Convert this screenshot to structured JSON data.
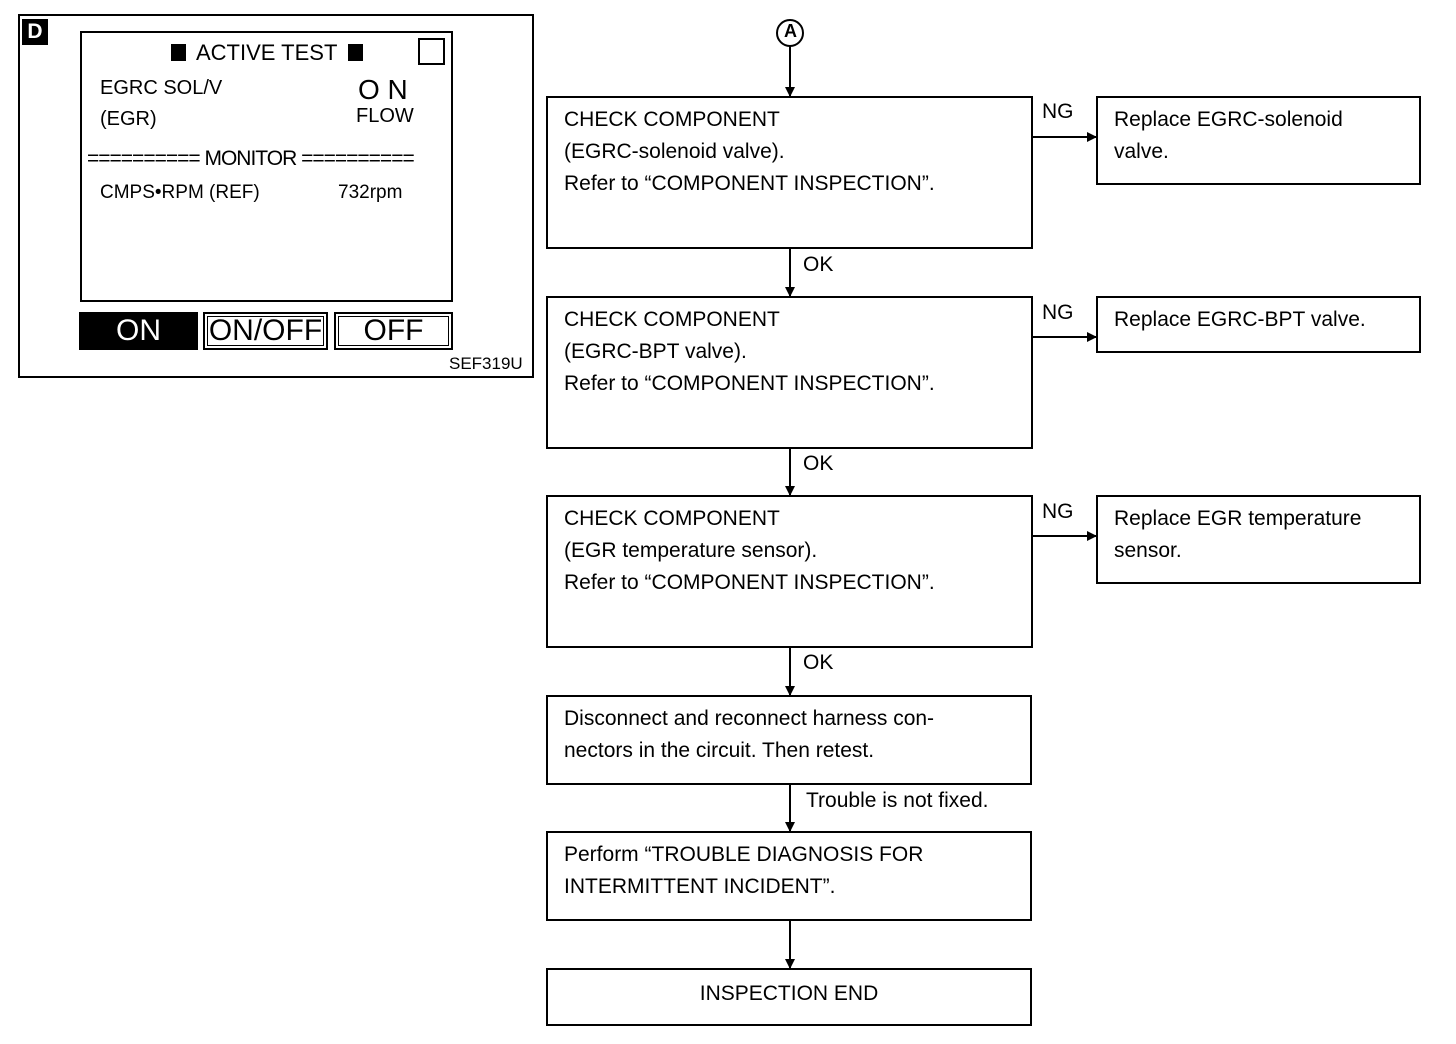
{
  "consult_screen": {
    "tag": "D",
    "title": "ACTIVE TEST",
    "item_name_line1": "EGRC SOL/V",
    "item_name_line2": "(EGR)",
    "item_state": "O N",
    "item_state_sub": "FLOW",
    "monitor_header": "========== MONITOR ==========",
    "monitor_item": "CMPS•RPM (REF)",
    "monitor_value": "732rpm",
    "buttons": [
      "ON",
      "ON/OFF",
      "OFF"
    ],
    "figure_code": "SEF319U"
  },
  "flowchart": {
    "connector": "A",
    "steps": [
      {
        "lines": [
          "CHECK COMPONENT",
          "(EGRC-solenoid valve).",
          "Refer to “COMPONENT INSPECTION”."
        ],
        "ng_label": "NG",
        "ng_action": [
          "Replace EGRC-solenoid",
          "valve."
        ],
        "ok_label": "OK"
      },
      {
        "lines": [
          "CHECK COMPONENT",
          "(EGRC-BPT valve).",
          "Refer to “COMPONENT INSPECTION”."
        ],
        "ng_label": "NG",
        "ng_action": [
          "Replace EGRC-BPT valve."
        ],
        "ok_label": "OK"
      },
      {
        "lines": [
          "CHECK COMPONENT",
          "(EGR temperature sensor).",
          "Refer to “COMPONENT INSPECTION”."
        ],
        "ng_label": "NG",
        "ng_action": [
          "Replace EGR temperature",
          "sensor."
        ],
        "ok_label": "OK"
      }
    ],
    "reconnect_step": [
      "Disconnect and reconnect harness con-",
      "nectors in the circuit. Then retest."
    ],
    "trouble_label": "Trouble is not fixed.",
    "perform_step": [
      "Perform “TROUBLE DIAGNOSIS FOR",
      "INTERMITTENT INCIDENT”."
    ],
    "end_label": "INSPECTION END"
  }
}
